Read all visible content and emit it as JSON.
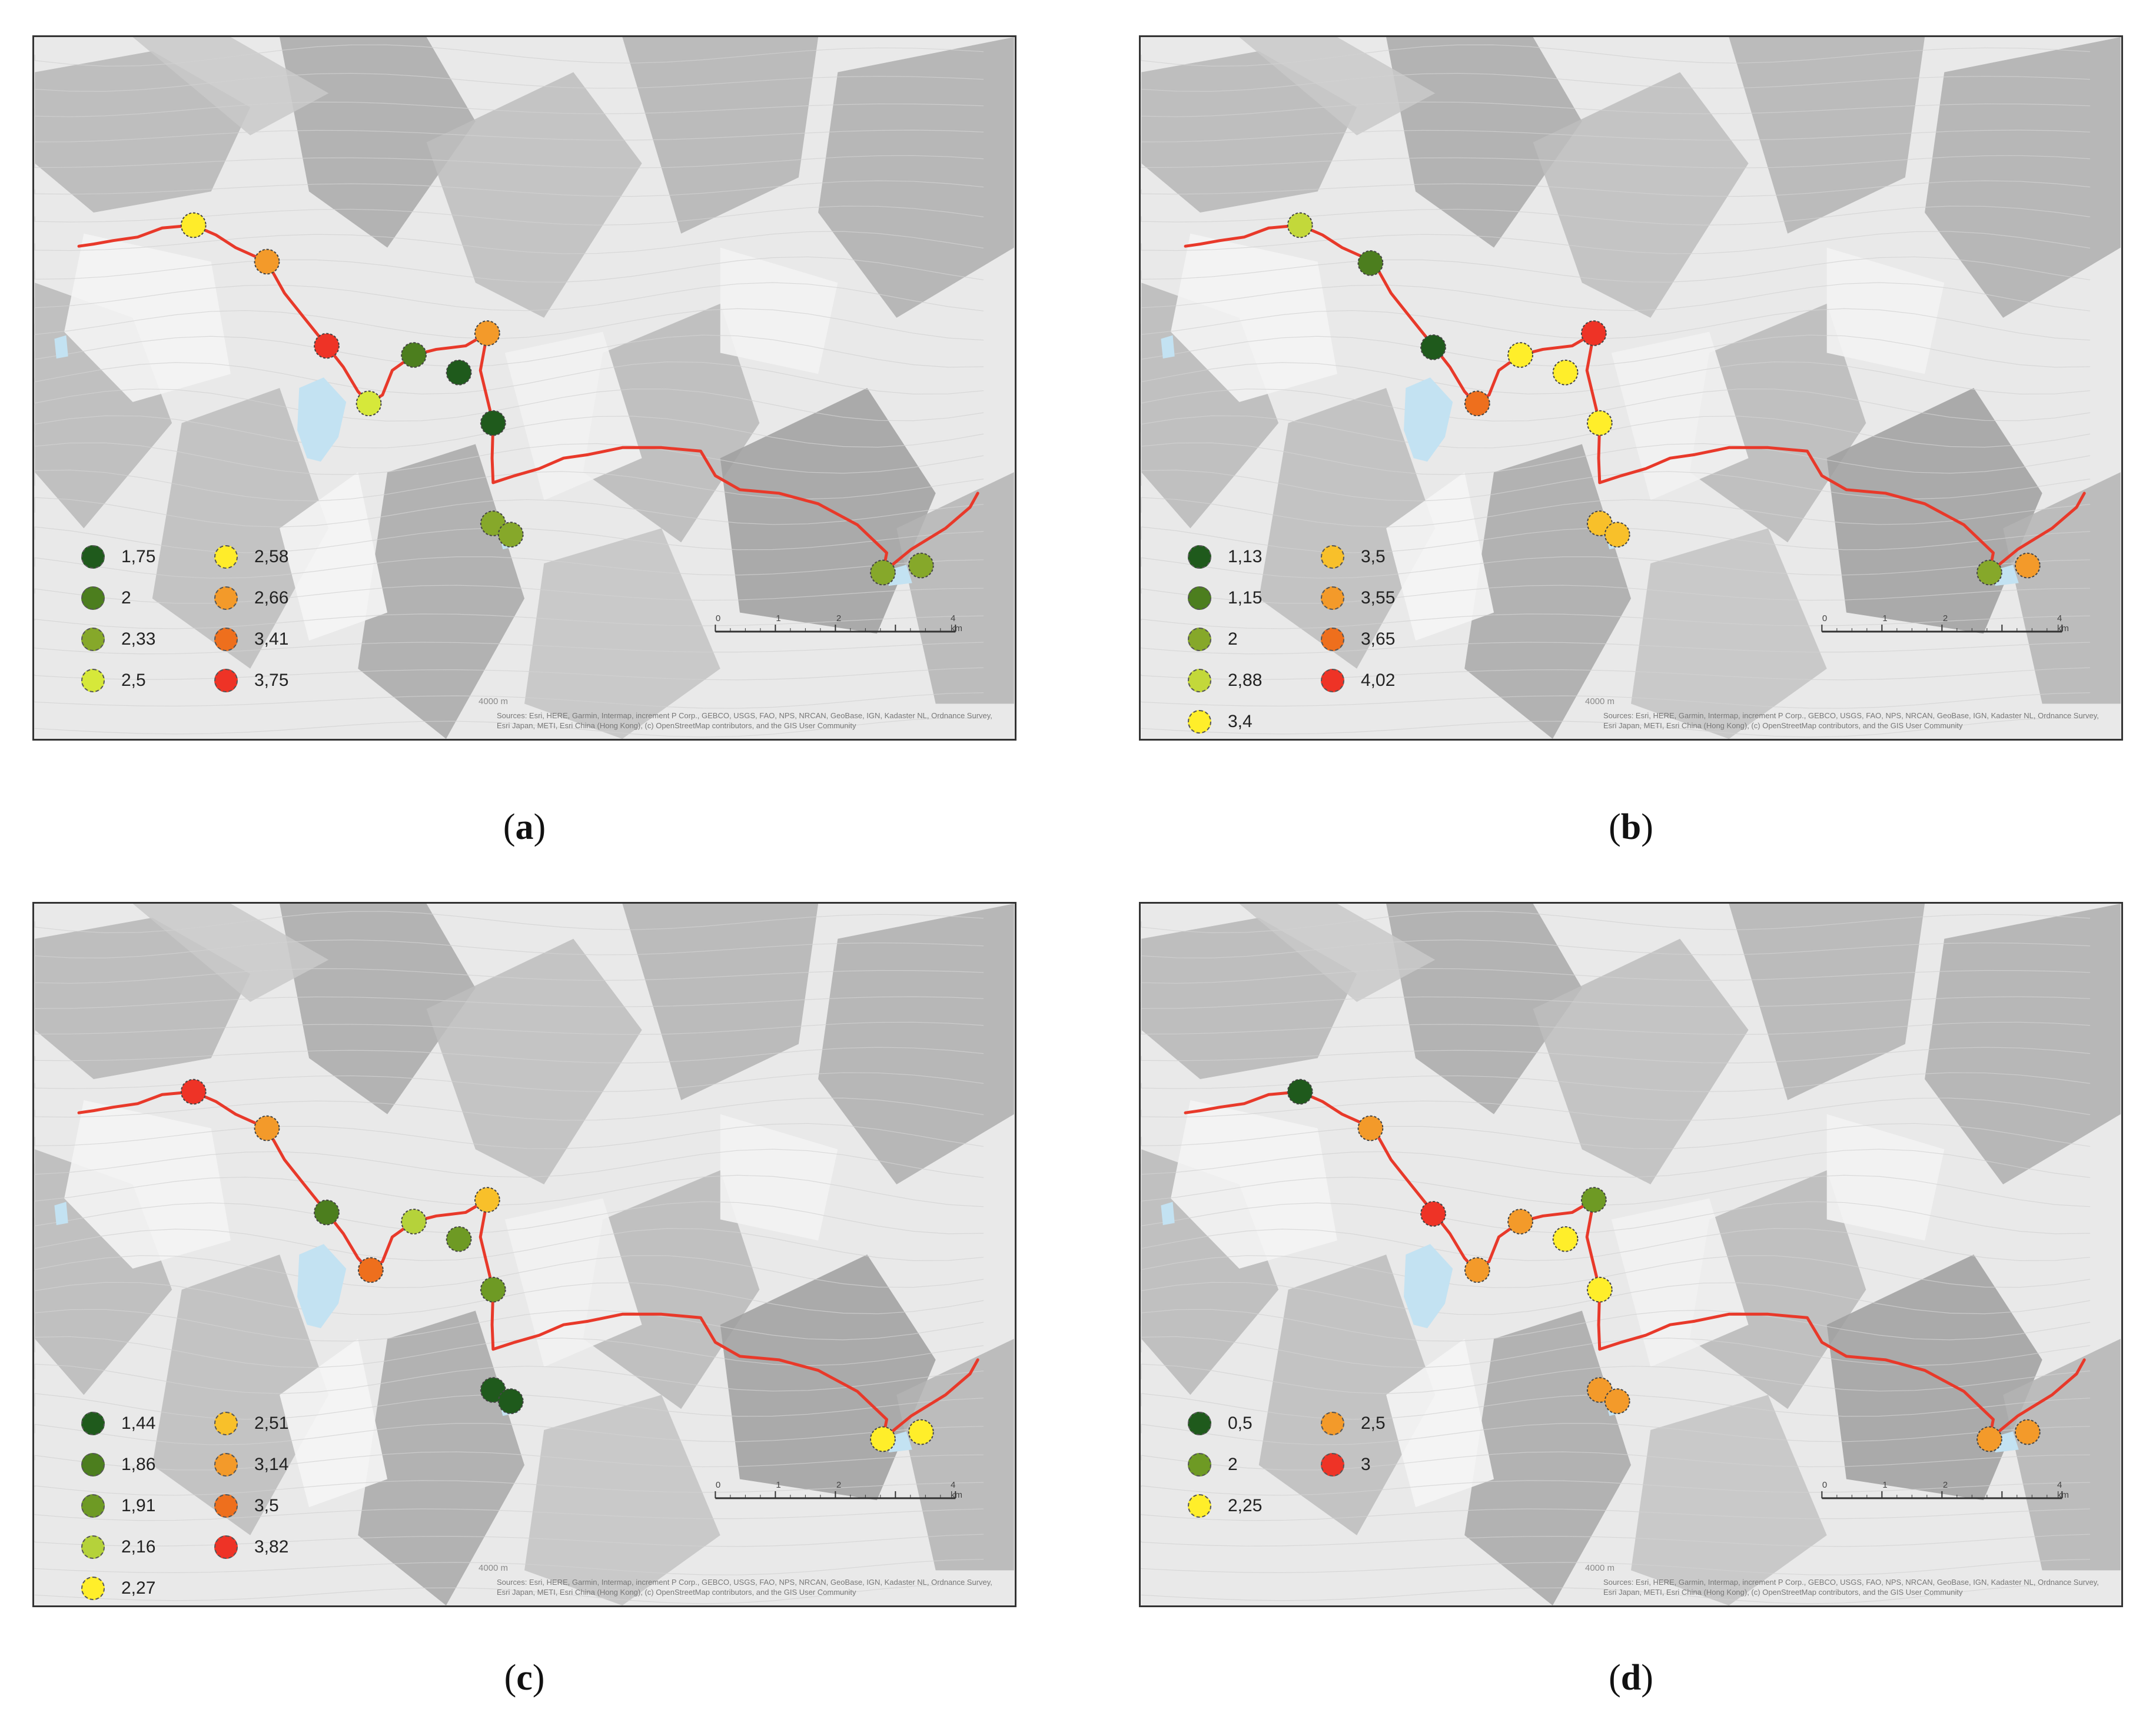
{
  "panels": [
    {
      "id": "a",
      "caption_letter": "a",
      "legend": [
        {
          "label": "1,75",
          "color": "#1f5a1c"
        },
        {
          "label": "2",
          "color": "#4c7e1e"
        },
        {
          "label": "2,33",
          "color": "#86a82a"
        },
        {
          "label": "2,5",
          "color": "#d6e83a"
        },
        {
          "label": "2,58",
          "color": "#ffec2a"
        },
        {
          "label": "2,66",
          "color": "#f39a2a"
        },
        {
          "label": "3,41",
          "color": "#ee6f1d"
        },
        {
          "label": "3,75",
          "color": "#ee3326"
        }
      ],
      "points": [
        {
          "lx": 0.162,
          "ly": 0.268,
          "color": "#ffec2a"
        },
        {
          "lx": 0.237,
          "ly": 0.32,
          "color": "#f39a2a"
        },
        {
          "lx": 0.298,
          "ly": 0.44,
          "color": "#ee3326"
        },
        {
          "lx": 0.341,
          "ly": 0.522,
          "color": "#d6e83a"
        },
        {
          "lx": 0.387,
          "ly": 0.453,
          "color": "#4c7e1e"
        },
        {
          "lx": 0.433,
          "ly": 0.478,
          "color": "#1f5a1c"
        },
        {
          "lx": 0.462,
          "ly": 0.422,
          "color": "#f39a2a"
        },
        {
          "lx": 0.468,
          "ly": 0.55,
          "color": "#1f5a1c"
        },
        {
          "lx": 0.468,
          "ly": 0.693,
          "color": "#86a82a"
        },
        {
          "lx": 0.486,
          "ly": 0.709,
          "color": "#86a82a"
        },
        {
          "lx": 0.866,
          "ly": 0.763,
          "color": "#86a82a"
        },
        {
          "lx": 0.905,
          "ly": 0.753,
          "color": "#86a82a"
        }
      ]
    },
    {
      "id": "b",
      "caption_letter": "b",
      "legend": [
        {
          "label": "1,13",
          "color": "#1f5a1c"
        },
        {
          "label": "1,15",
          "color": "#4c7e1e"
        },
        {
          "label": "2",
          "color": "#86a82a"
        },
        {
          "label": "2,88",
          "color": "#c3d83a"
        },
        {
          "label": "3,4",
          "color": "#ffee2a"
        },
        {
          "label": "3,5",
          "color": "#f8c02a"
        },
        {
          "label": "3,55",
          "color": "#f39a2a"
        },
        {
          "label": "3,65",
          "color": "#ee6f1d"
        },
        {
          "label": "4,02",
          "color": "#ee3326"
        }
      ],
      "points": [
        {
          "lx": 0.162,
          "ly": 0.268,
          "color": "#c3d83a"
        },
        {
          "lx": 0.234,
          "ly": 0.322,
          "color": "#4c7e1e"
        },
        {
          "lx": 0.298,
          "ly": 0.442,
          "color": "#1f5a1c"
        },
        {
          "lx": 0.343,
          "ly": 0.522,
          "color": "#ee6f1d"
        },
        {
          "lx": 0.387,
          "ly": 0.453,
          "color": "#ffee2a"
        },
        {
          "lx": 0.433,
          "ly": 0.478,
          "color": "#ffee2a"
        },
        {
          "lx": 0.462,
          "ly": 0.422,
          "color": "#ee3326"
        },
        {
          "lx": 0.468,
          "ly": 0.55,
          "color": "#ffee2a"
        },
        {
          "lx": 0.468,
          "ly": 0.693,
          "color": "#f8c02a"
        },
        {
          "lx": 0.486,
          "ly": 0.709,
          "color": "#f8c02a"
        },
        {
          "lx": 0.866,
          "ly": 0.763,
          "color": "#86a82a"
        },
        {
          "lx": 0.905,
          "ly": 0.753,
          "color": "#f39a2a"
        }
      ]
    },
    {
      "id": "c",
      "caption_letter": "c",
      "legend": [
        {
          "label": "1,44",
          "color": "#1f5a1c"
        },
        {
          "label": "1,86",
          "color": "#4c7e1e"
        },
        {
          "label": "1,91",
          "color": "#6e9a24"
        },
        {
          "label": "2,16",
          "color": "#b5d23a"
        },
        {
          "label": "2,27",
          "color": "#ffee2a"
        },
        {
          "label": "2,51",
          "color": "#f8c02a"
        },
        {
          "label": "3,14",
          "color": "#f39a2a"
        },
        {
          "label": "3,5",
          "color": "#ee6f1d"
        },
        {
          "label": "3,82",
          "color": "#ee3326"
        }
      ],
      "points": [
        {
          "lx": 0.162,
          "ly": 0.268,
          "color": "#ee3326"
        },
        {
          "lx": 0.237,
          "ly": 0.32,
          "color": "#f39a2a"
        },
        {
          "lx": 0.298,
          "ly": 0.44,
          "color": "#4c7e1e"
        },
        {
          "lx": 0.343,
          "ly": 0.522,
          "color": "#ee6f1d"
        },
        {
          "lx": 0.387,
          "ly": 0.453,
          "color": "#b5d23a"
        },
        {
          "lx": 0.433,
          "ly": 0.478,
          "color": "#6e9a24"
        },
        {
          "lx": 0.462,
          "ly": 0.422,
          "color": "#f8c02a"
        },
        {
          "lx": 0.468,
          "ly": 0.55,
          "color": "#6e9a24"
        },
        {
          "lx": 0.468,
          "ly": 0.693,
          "color": "#1f5a1c"
        },
        {
          "lx": 0.486,
          "ly": 0.709,
          "color": "#1f5a1c"
        },
        {
          "lx": 0.866,
          "ly": 0.763,
          "color": "#ffee2a"
        },
        {
          "lx": 0.905,
          "ly": 0.753,
          "color": "#ffee2a"
        }
      ]
    },
    {
      "id": "d",
      "caption_letter": "d",
      "legend": [
        {
          "label": "0,5",
          "color": "#1f5a1c"
        },
        {
          "label": "2",
          "color": "#6e9a24"
        },
        {
          "label": "2,25",
          "color": "#ffee2a"
        },
        {
          "label": "2,5",
          "color": "#f39a2a"
        },
        {
          "label": "3",
          "color": "#ee3326"
        }
      ],
      "points": [
        {
          "lx": 0.162,
          "ly": 0.268,
          "color": "#1f5a1c"
        },
        {
          "lx": 0.234,
          "ly": 0.32,
          "color": "#f39a2a"
        },
        {
          "lx": 0.298,
          "ly": 0.442,
          "color": "#ee3326"
        },
        {
          "lx": 0.343,
          "ly": 0.522,
          "color": "#f39a2a"
        },
        {
          "lx": 0.387,
          "ly": 0.453,
          "color": "#f39a2a"
        },
        {
          "lx": 0.433,
          "ly": 0.478,
          "color": "#ffee2a"
        },
        {
          "lx": 0.462,
          "ly": 0.422,
          "color": "#6e9a24"
        },
        {
          "lx": 0.468,
          "ly": 0.55,
          "color": "#ffee2a"
        },
        {
          "lx": 0.468,
          "ly": 0.693,
          "color": "#f39a2a"
        },
        {
          "lx": 0.486,
          "ly": 0.709,
          "color": "#f39a2a"
        },
        {
          "lx": 0.866,
          "ly": 0.763,
          "color": "#f39a2a"
        },
        {
          "lx": 0.905,
          "ly": 0.753,
          "color": "#f39a2a"
        }
      ]
    }
  ],
  "map": {
    "route_color": "#e8392a",
    "lake_color": "#c3e2f2",
    "scale_bar": {
      "labels": [
        "0",
        "1",
        "2",
        "4 km"
      ]
    },
    "contour_label": "4000 m",
    "attribution": "Sources: Esri, HERE, Garmin, Intermap, increment P Corp., GEBCO, USGS, FAO, NPS, NRCAN, GeoBase, IGN, Kadaster NL, Ordnance Survey, Esri Japan, METI, Esri China (Hong Kong), (c) OpenStreetMap contributors, and the GIS User Community"
  }
}
